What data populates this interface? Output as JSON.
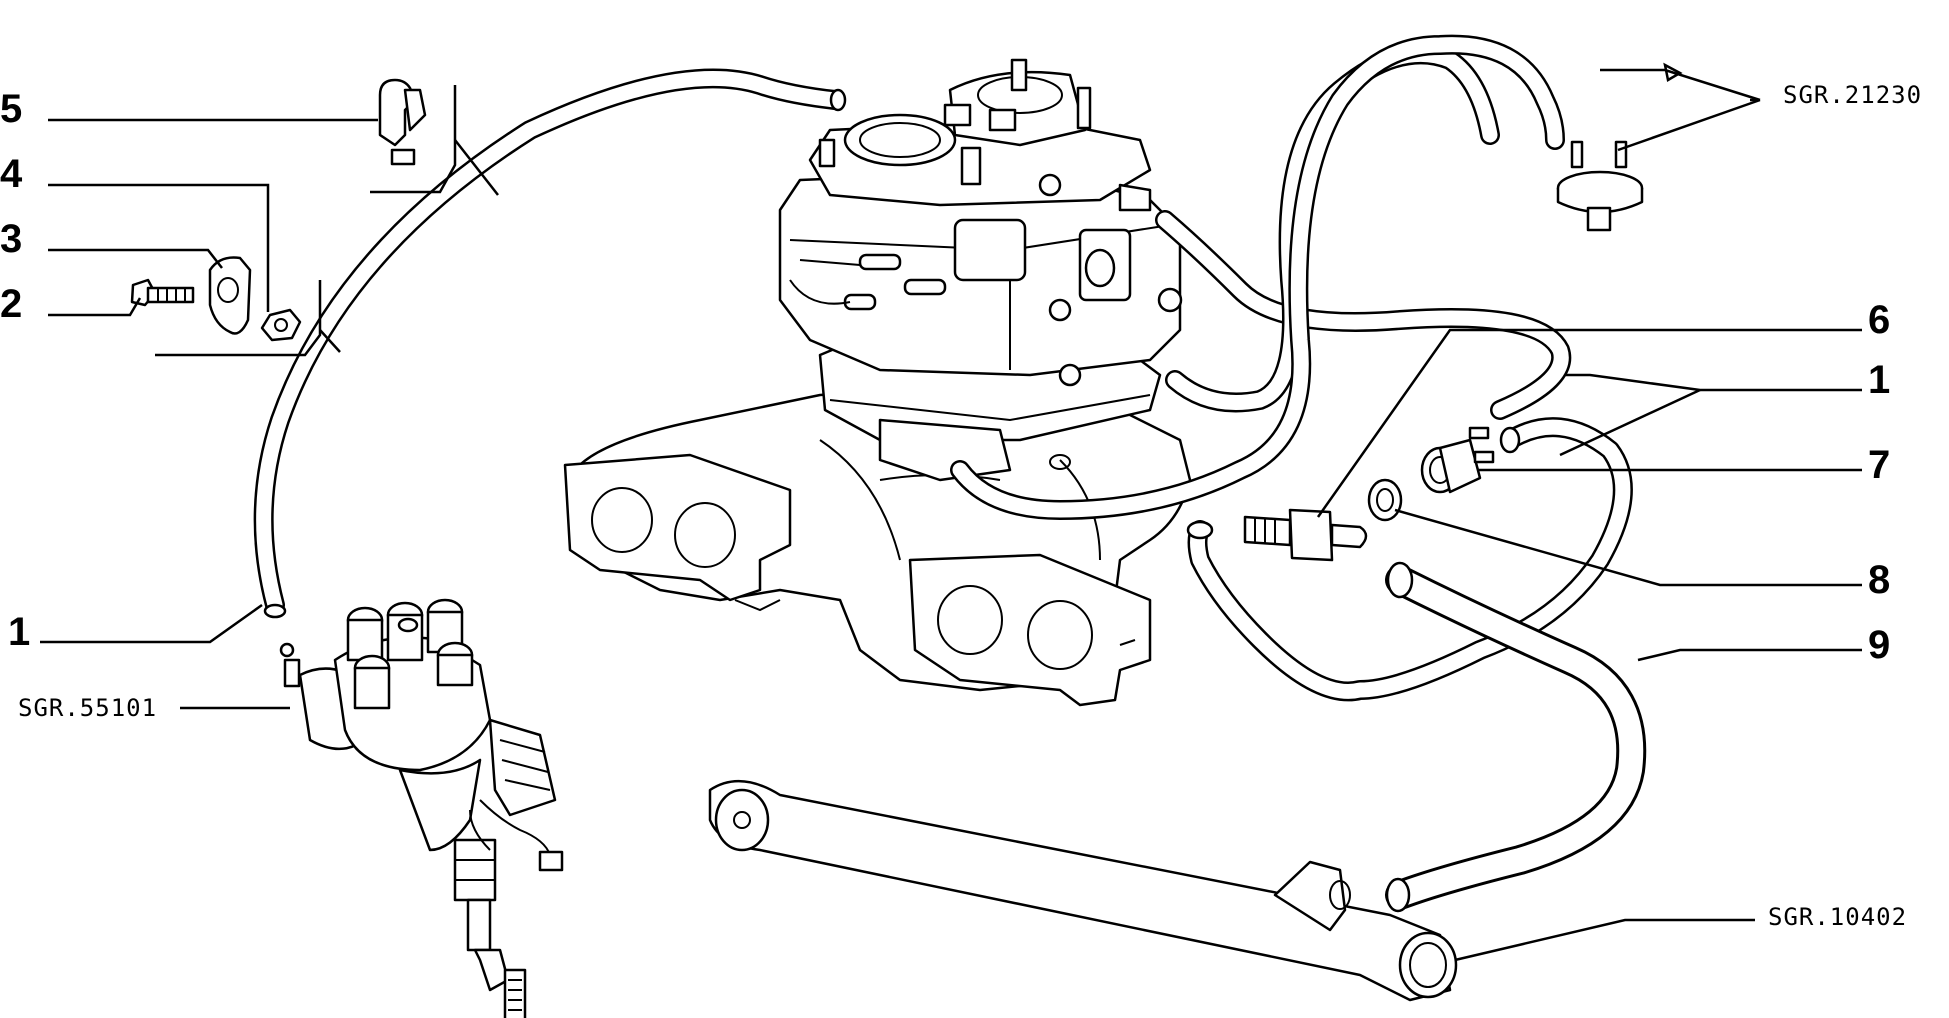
{
  "callouts": {
    "c5": "5",
    "c4": "4",
    "c3": "3",
    "c2": "2",
    "c1_left": "1",
    "c6": "6",
    "c1_right": "1",
    "c7": "7",
    "c8": "8",
    "c9": "9"
  },
  "references": {
    "ref_21230": "SGR.21230",
    "ref_55101": "SGR.55101",
    "ref_10402": "SGR.10402"
  }
}
